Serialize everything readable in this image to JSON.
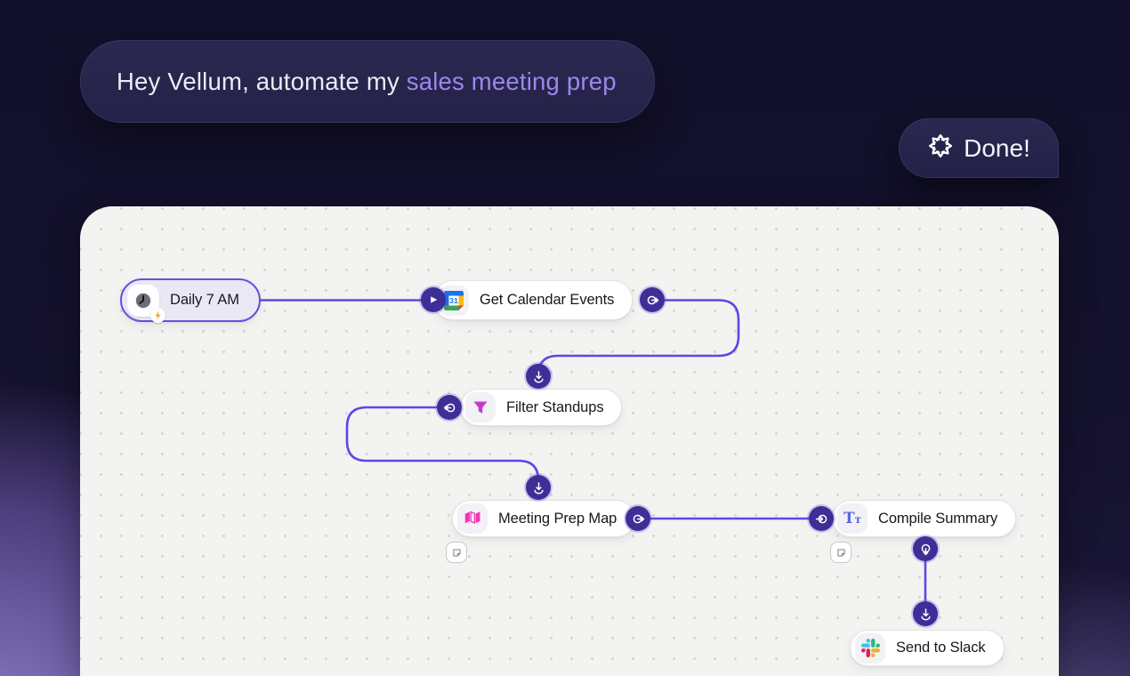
{
  "prompt_bubble": {
    "plain": "Hey Vellum, automate my ",
    "accent": "sales meeting prep",
    "accent_color": "#9d87ec"
  },
  "done_bubble": {
    "label": "Done!",
    "icon": "vellum-starburst-icon"
  },
  "canvas": {
    "background": "#f3f3f1",
    "dot_color": "#d6d5d2",
    "edge_color": "#5b48e8",
    "port_color": "#3e2f96",
    "nodes": [
      {
        "id": "daily-7am",
        "label": "Daily 7 AM",
        "icon": "clock-bolt-icon",
        "type": "trigger"
      },
      {
        "id": "get-calendar-events",
        "label": "Get Calendar Events",
        "icon": "google-calendar-icon"
      },
      {
        "id": "filter-standups",
        "label": "Filter Standups",
        "icon": "filter-funnel-icon"
      },
      {
        "id": "meeting-prep-map",
        "label": "Meeting Prep Map",
        "icon": "map-icon",
        "has_note": true
      },
      {
        "id": "compile-summary",
        "label": "Compile Summary",
        "icon": "text-format-icon",
        "has_note": true
      },
      {
        "id": "send-to-slack",
        "label": "Send to Slack",
        "icon": "slack-icon"
      }
    ],
    "edges": [
      {
        "from": "daily-7am",
        "to": "get-calendar-events"
      },
      {
        "from": "get-calendar-events",
        "to": "filter-standups"
      },
      {
        "from": "filter-standups",
        "to": "meeting-prep-map"
      },
      {
        "from": "meeting-prep-map",
        "to": "compile-summary"
      },
      {
        "from": "compile-summary",
        "to": "send-to-slack"
      }
    ],
    "icon_colors": {
      "calendar_blue": "#1a73e8",
      "calendar_green": "#34a853",
      "calendar_yellow": "#fbbc04",
      "calendar_red": "#ea4335",
      "filter_pink": "#c838cc",
      "map_pink": "#f832b6",
      "text_blue": "#5566dd",
      "bolt_orange": "#f6a21f",
      "slack_blue": "#36C5F0",
      "slack_green": "#2EB67D",
      "slack_red": "#E01E5A",
      "slack_yellow": "#ECB22E"
    }
  }
}
